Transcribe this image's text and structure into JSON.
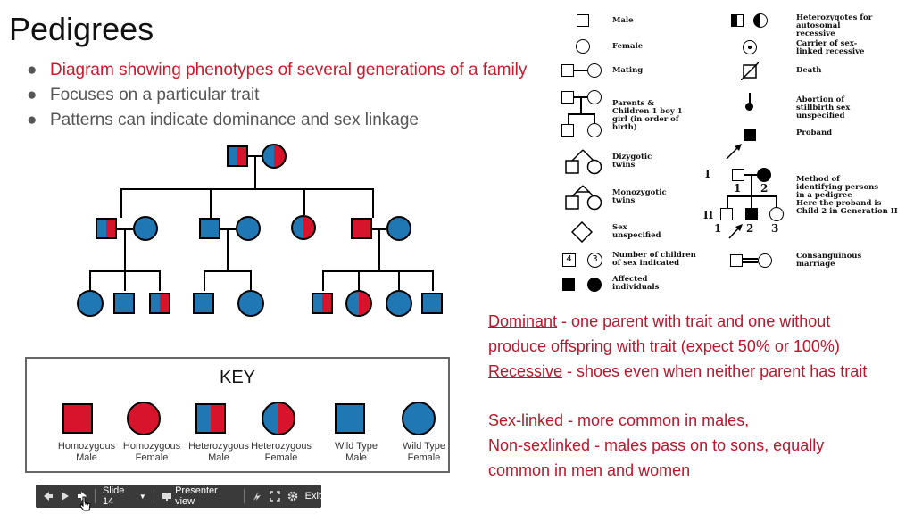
{
  "slide": {
    "title": "Pedigrees",
    "bullets": [
      "Diagram showing phenotypes of several generations of a family",
      "Focuses on a particular trait",
      "Patterns can indicate dominance and sex linkage"
    ]
  },
  "key": {
    "title": "KEY",
    "items": [
      {
        "label": "Homozygous Male",
        "shape": "square",
        "fill": "#d8142c"
      },
      {
        "label": "Homozygous Female",
        "shape": "circle",
        "fill": "#d8142c"
      },
      {
        "label": "Heterozygous Male",
        "shape": "square",
        "fill": "half"
      },
      {
        "label": "Heterozygous Female",
        "shape": "circle",
        "fill": "half"
      },
      {
        "label": "Wild Type Male",
        "shape": "square",
        "fill": "#1f77b4"
      },
      {
        "label": "Wild Type Female",
        "shape": "circle",
        "fill": "#1f77b4"
      }
    ]
  },
  "legend": {
    "left": [
      "Male",
      "Female",
      "Mating",
      "Parents & Children 1 boy 1 girl (in order of birth)",
      "Dizygotic twins",
      "Monozygotic twins",
      "Sex unspecified",
      "Number of children of sex indicated",
      "Affected individuals"
    ],
    "count_numbers": [
      "4",
      "3"
    ],
    "right": [
      "Heterozygotes for autosomal recessive",
      "Carrier of sex-linked recessive",
      "Death",
      "Abortion of stillbirth sex unspecified",
      "Proband",
      "Method of identifying persons in a pedigree",
      "Here the proband is Child 2 in Generation II",
      "Consanguinous marriage"
    ],
    "generation_labels": [
      "I",
      "II"
    ],
    "person_numbers": [
      "1",
      "2",
      "1",
      "2",
      "3"
    ]
  },
  "notes": {
    "dominant_term": "Dominant",
    "dominant_line1": " - one parent with trait and one without",
    "dominant_line2": "produce offspring with trait (expect 50% or 100%)",
    "recessive_term": "Recessive",
    "recessive_text": " - shoes even when neither parent has trait",
    "sexlinked_term": "Sex-linked",
    "sexlinked_text": " - more common in males,",
    "nonsex_term": "Non-sexlinked",
    "nonsex_line1": " - males pass on to sons, equally",
    "nonsex_line2": "common in men and women"
  },
  "toolbar": {
    "slide_label": "Slide 14",
    "presenter_label": "Presenter view",
    "exit_label": "Exit"
  },
  "colors": {
    "affected_red": "#d8142c",
    "wild_blue": "#1f77b4",
    "text_red": "#c0142a"
  }
}
